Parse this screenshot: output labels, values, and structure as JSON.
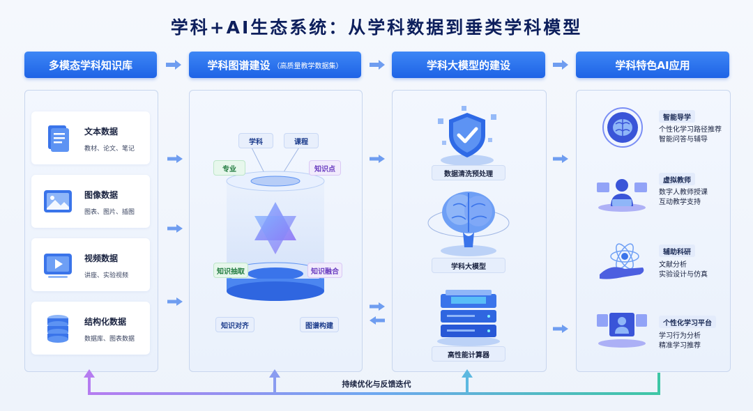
{
  "title": "学科+AI生态系统：从学科数据到垂类学科模型",
  "headers": {
    "h1": "多模态学科知识库",
    "h2": "学科图谱建设",
    "h2_sub": "（高质量教学数据集）",
    "h3": "学科大模型的建设",
    "h4": "学科特色AI应用"
  },
  "knowledge_cards": [
    {
      "title": "文本数据",
      "desc": "教材、论文、笔记",
      "icon": "document-icon"
    },
    {
      "title": "图像数据",
      "desc": "图表、图片、插图",
      "icon": "image-icon"
    },
    {
      "title": "视频数据",
      "desc": "讲座、实验视频",
      "icon": "video-icon"
    },
    {
      "title": "结构化数据",
      "desc": "数据库、图表数据",
      "icon": "database-icon"
    }
  ],
  "graph_tags": {
    "subject": "学科",
    "course": "课程",
    "major": "专业",
    "knowledge_point": "知识点",
    "extraction": "知识抽取",
    "fusion": "知识融合",
    "alignment": "知识对齐",
    "graph_build": "图谱构建"
  },
  "model_steps": [
    "数据清洗预处理",
    "学科大模型",
    "高性能计算器"
  ],
  "apps": [
    {
      "title": "智能导学",
      "lines": [
        "个性化学习路径推荐",
        "智能问答与辅导"
      ],
      "icon": "brain-chip-icon"
    },
    {
      "title": "虚拟教师",
      "lines": [
        "数字人教师授课",
        "互动教学支持"
      ],
      "icon": "virtual-teacher-icon"
    },
    {
      "title": "辅助科研",
      "lines": [
        "文献分析",
        "实验设计与仿真"
      ],
      "icon": "research-atom-icon"
    },
    {
      "title": "个性化学习平台",
      "lines": [
        "学习行为分析",
        "精准学习推荐"
      ],
      "icon": "learning-platform-icon"
    }
  ],
  "loop_label": "持续优化与反馈迭代",
  "colors": {
    "accent": "#1e63e6",
    "title": "#0d1f5c",
    "loop_start": "#b57cf0",
    "loop_end": "#3ec6a5"
  }
}
